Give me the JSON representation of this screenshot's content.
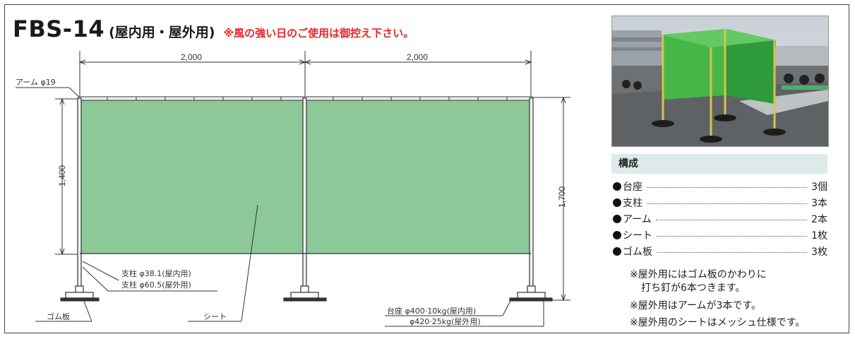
{
  "title": {
    "model": "FBS-14",
    "usage": "(屋内用・屋外用)",
    "warning": "※風の強い日のご使用は御控え下さい。"
  },
  "diagram": {
    "width_left": "2,000",
    "width_right": "2,000",
    "height_sheet": "1,400",
    "height_total": "1,700",
    "arm_label": "アーム φ19",
    "post_indoor": "支柱 φ38.1(屋内用)",
    "post_outdoor": "支柱 φ60.5(屋外用)",
    "rubber_label": "ゴム板",
    "sheet_label": "シート",
    "base_indoor": "台座 φ400·10kg(屋内用)",
    "base_outdoor": "φ420·25kg(屋外用)",
    "sheet_color": "#8dc898"
  },
  "spec": {
    "heading": "構成",
    "items": [
      {
        "name": "台座",
        "qty": "3個"
      },
      {
        "name": "支柱",
        "qty": "3本"
      },
      {
        "name": "アーム",
        "qty": "2本"
      },
      {
        "name": "シート",
        "qty": "1枚"
      },
      {
        "name": "ゴム板",
        "qty": "3枚"
      }
    ],
    "notes": [
      "※屋外用にはゴム板のかわりに",
      "打ち釘が6本つきます。",
      "※屋外用はアームが3本です。",
      "※屋外用のシートはメッシュ仕様です。"
    ]
  }
}
